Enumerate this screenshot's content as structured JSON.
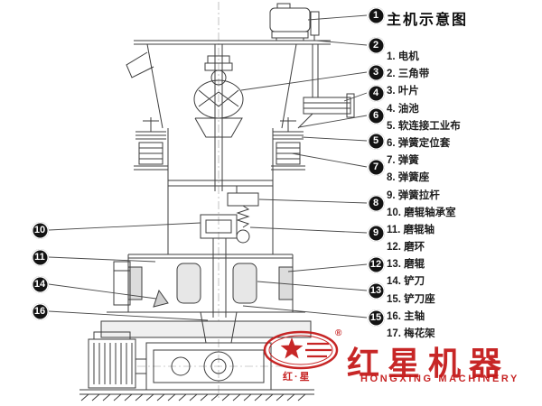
{
  "legend": {
    "title": "主机示意图",
    "items": [
      "1. 电机",
      "2. 三角带",
      "3. 叶片",
      "4. 油池",
      "5. 软连接工业布",
      "6. 弹簧定位套",
      "7. 弹簧",
      "8. 弹簧座",
      "9. 弹簧拉杆",
      "10. 磨辊轴承室",
      "11. 磨辊轴",
      "12. 磨环",
      "13. 磨辊",
      "14. 铲刀",
      "15. 铲刀座",
      "16. 主轴",
      "17. 梅花架"
    ]
  },
  "callouts": [
    "1",
    "2",
    "3",
    "4",
    "6",
    "5",
    "7",
    "8",
    "9",
    "12",
    "13",
    "15",
    "10",
    "11",
    "14",
    "16"
  ],
  "watermark": {
    "brand_cn": "红星机器",
    "brand_en": "HONGXING MACHINERY",
    "logo_caption": "红·星",
    "registered": "®",
    "color": "#c31616"
  }
}
